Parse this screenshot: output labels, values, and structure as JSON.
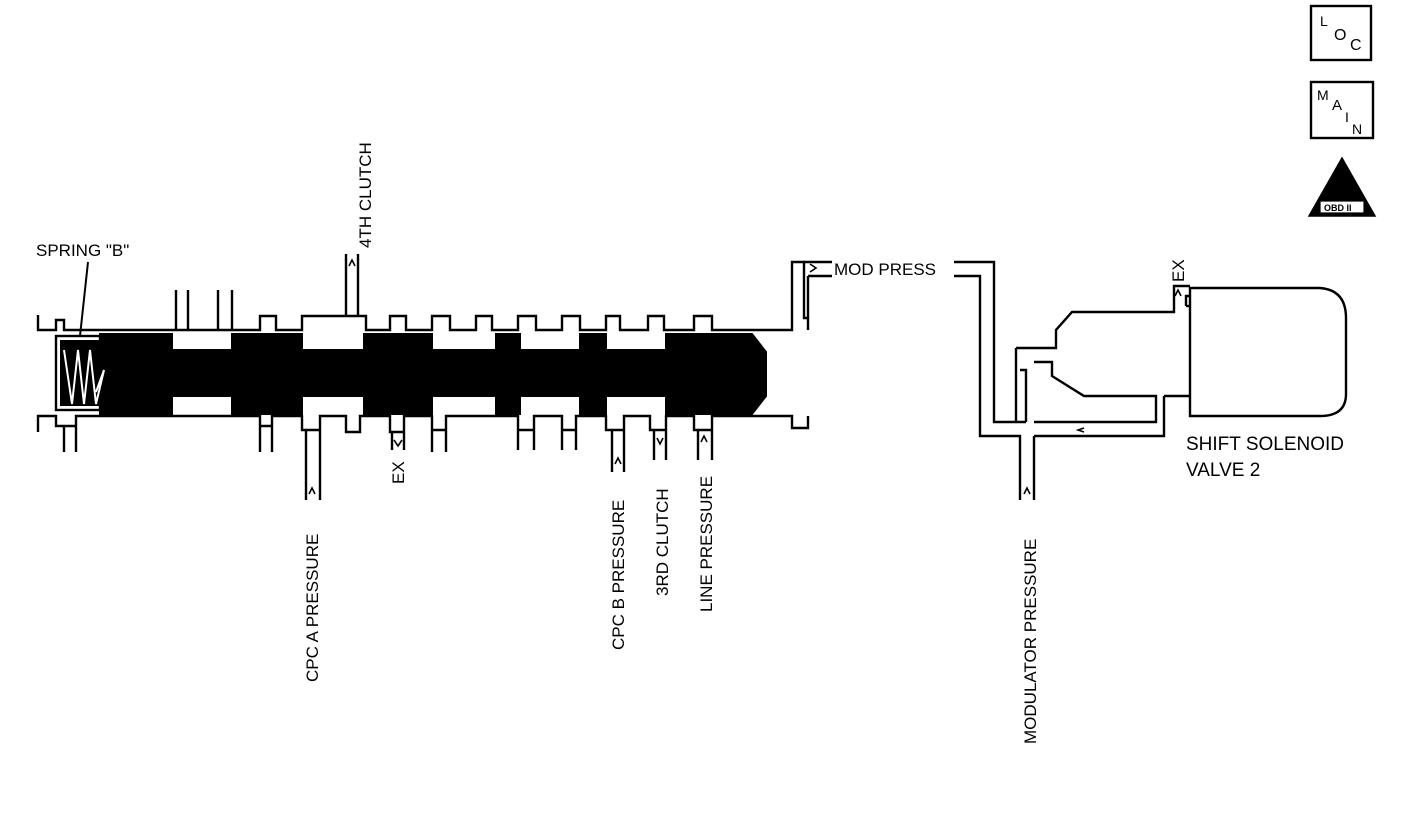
{
  "labels": {
    "spring": "SPRING \"B\"",
    "fourth_clutch": "4TH CLUTCH",
    "mod_press": "MOD PRESS",
    "ex_top": "EX",
    "ex_bottom": "EX",
    "cpc_a": "CPC A PRESSURE",
    "cpc_b": "CPC B PRESSURE",
    "third_clutch": "3RD CLUTCH",
    "line_pressure": "LINE PRESSURE",
    "modulator_pressure": "MODULATOR PRESSURE",
    "solenoid_line1": "SHIFT SOLENOID",
    "solenoid_line2": "VALVE 2"
  },
  "icons": {
    "loc": {
      "l1": "L",
      "l2": "O",
      "l3": "C"
    },
    "main": {
      "l1": "M",
      "l2": "A",
      "l3": "I",
      "l4": "N"
    },
    "obd": {
      "mark": "II",
      "text": "OBD II"
    }
  },
  "colors": {
    "ink": "#000000",
    "paper": "#ffffff"
  }
}
